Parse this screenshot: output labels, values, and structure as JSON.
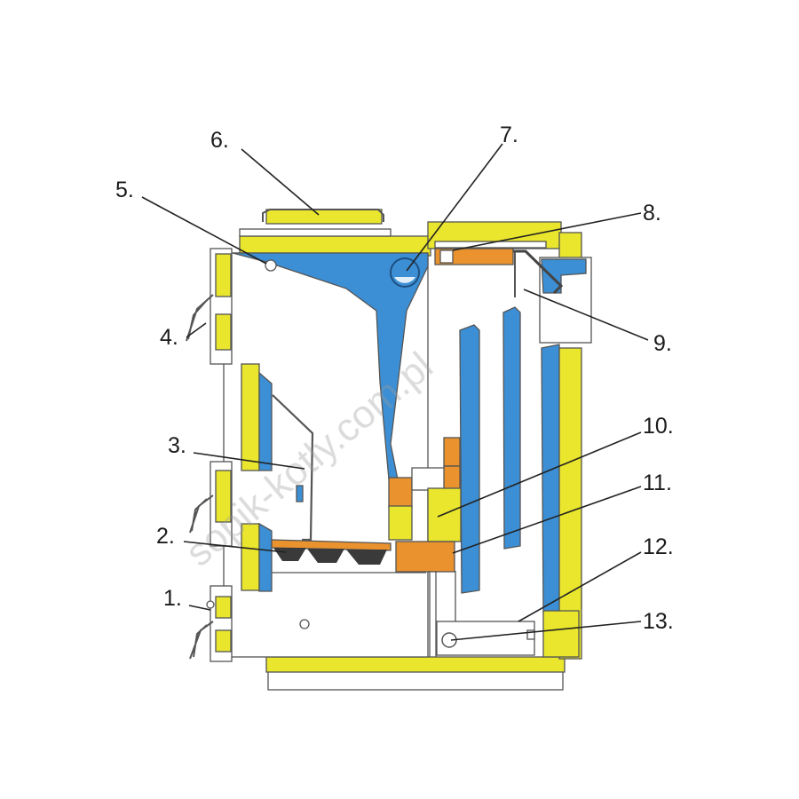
{
  "colors": {
    "insulation": "#e9e62d",
    "water_jacket": "#3c8fd4",
    "refractory": "#e9922e",
    "steel": "#ffffff",
    "outline": "#555555",
    "leader_line": "#222222",
    "label_text": "#1b1b1b",
    "watermark": "#9a9a9a"
  },
  "labels": [
    "1.",
    "2.",
    "3.",
    "4.",
    "5.",
    "6.",
    "7.",
    "8.",
    "9.",
    "10.",
    "11.",
    "12.",
    "13."
  ],
  "watermark": "sopik-kotly.com.pl"
}
